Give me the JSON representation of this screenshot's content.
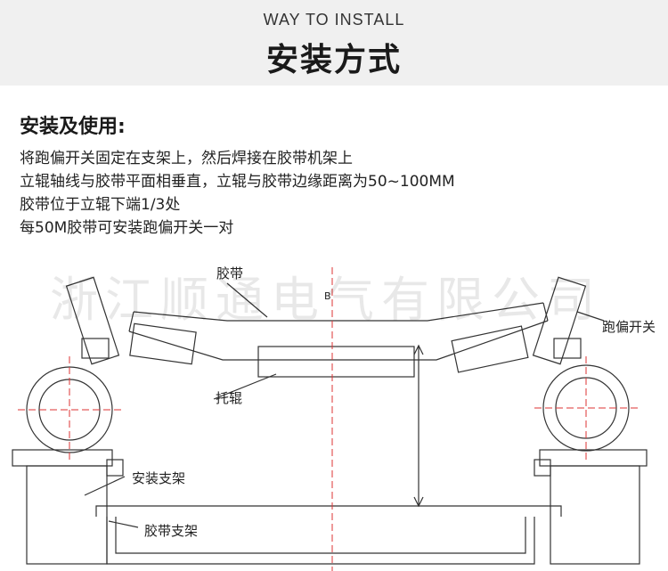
{
  "header": {
    "subtitle_en": "WAY TO INSTALL",
    "title_cn": "安装方式"
  },
  "section": {
    "title": "安装及使用:",
    "lines": [
      "将跑偏开关固定在支架上，然后焊接在胶带机架上",
      "立辊轴线与胶带平面相垂直，立辊与胶带边缘距离为50~100MM",
      "胶带位于立辊下端1/3处",
      "每50M胶带可安装跑偏开关一对"
    ]
  },
  "watermark": "浙江顺通电气有限公司",
  "diagram": {
    "labels": {
      "belt": "胶带",
      "switch": "跑偏开关",
      "roller": "托辊",
      "mount_bracket": "安装支架",
      "belt_bracket": "胶带支架",
      "mark_b": "B"
    }
  }
}
